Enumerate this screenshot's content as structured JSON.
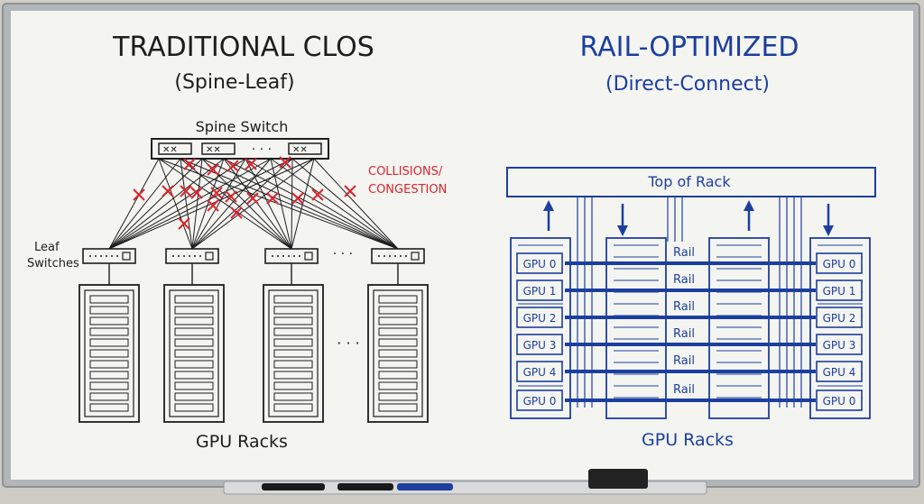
{
  "left": {
    "title": "TRADITIONAL CLOS",
    "subtitle": "(Spine-Leaf)",
    "spine_label": "Spine Switch",
    "spine_dots": "· · ·",
    "leaf_label_line1": "Leaf",
    "leaf_label_line2": "Switches",
    "leaf_dots": "· · ·",
    "rack_dots": "· · ·",
    "annotation_line1": "COLLISIONS/",
    "annotation_line2": "CONGESTION",
    "bottom_label": "GPU Racks"
  },
  "right": {
    "title": "RAIL-OPTIMIZED",
    "subtitle": "(Direct-Connect)",
    "tor_label": "Top of Rack",
    "rail_label": "Rail",
    "gpu_labels_left": [
      "GPU 0",
      "GPU 1",
      "GPU 2",
      "GPU 3",
      "GPU 4",
      "GPU 0"
    ],
    "gpu_labels_right": [
      "GPU 0",
      "GPU 1",
      "GPU 2",
      "GPU 3",
      "GPU 4",
      "GPU 0"
    ],
    "bottom_label": "GPU Racks"
  },
  "colors": {
    "ink_black": "#1d1d1f",
    "ink_blue": "#1c3f9e",
    "ink_red": "#d8262e",
    "board": "#f4f4f1",
    "frame": "#a8abae"
  },
  "tray": {
    "markers": [
      "black-marker",
      "black-marker",
      "blue-marker"
    ],
    "eraser": "eraser"
  }
}
